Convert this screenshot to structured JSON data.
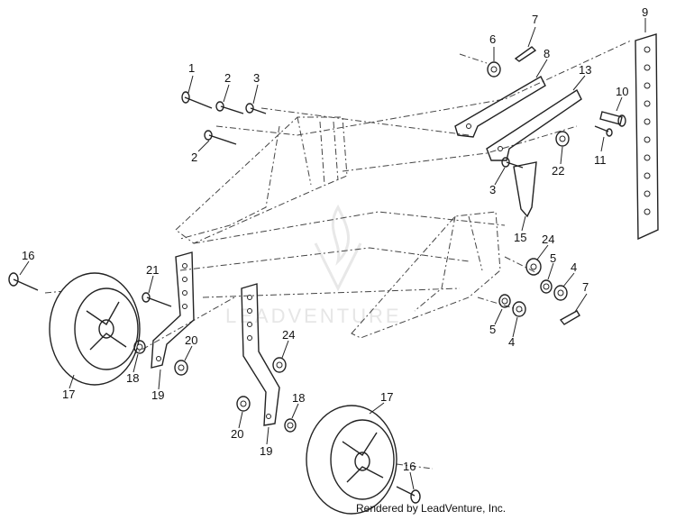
{
  "diagram": {
    "callouts": [
      {
        "id": "c1",
        "label": "1"
      },
      {
        "id": "c2a",
        "label": "2"
      },
      {
        "id": "c3a",
        "label": "3"
      },
      {
        "id": "c2b",
        "label": "2"
      },
      {
        "id": "c6",
        "label": "6"
      },
      {
        "id": "c7a",
        "label": "7"
      },
      {
        "id": "c8",
        "label": "8"
      },
      {
        "id": "c9",
        "label": "9"
      },
      {
        "id": "c13",
        "label": "13"
      },
      {
        "id": "c10",
        "label": "10"
      },
      {
        "id": "c11",
        "label": "11"
      },
      {
        "id": "c22",
        "label": "22"
      },
      {
        "id": "c3b",
        "label": "3"
      },
      {
        "id": "c15",
        "label": "15"
      },
      {
        "id": "c24a",
        "label": "24"
      },
      {
        "id": "c5a",
        "label": "5"
      },
      {
        "id": "c4a",
        "label": "4"
      },
      {
        "id": "c7b",
        "label": "7"
      },
      {
        "id": "c5b",
        "label": "5"
      },
      {
        "id": "c4b",
        "label": "4"
      },
      {
        "id": "c16a",
        "label": "16"
      },
      {
        "id": "c21",
        "label": "21"
      },
      {
        "id": "c17a",
        "label": "17"
      },
      {
        "id": "c18a",
        "label": "18"
      },
      {
        "id": "c19a",
        "label": "19"
      },
      {
        "id": "c20a",
        "label": "20"
      },
      {
        "id": "c24b",
        "label": "24"
      },
      {
        "id": "c18b",
        "label": "18"
      },
      {
        "id": "c20b",
        "label": "20"
      },
      {
        "id": "c19b",
        "label": "19"
      },
      {
        "id": "c17b",
        "label": "17"
      },
      {
        "id": "c16b",
        "label": "16"
      }
    ],
    "watermark": "LEADVENTURE",
    "footer": "Rendered by LeadVenture, Inc."
  }
}
